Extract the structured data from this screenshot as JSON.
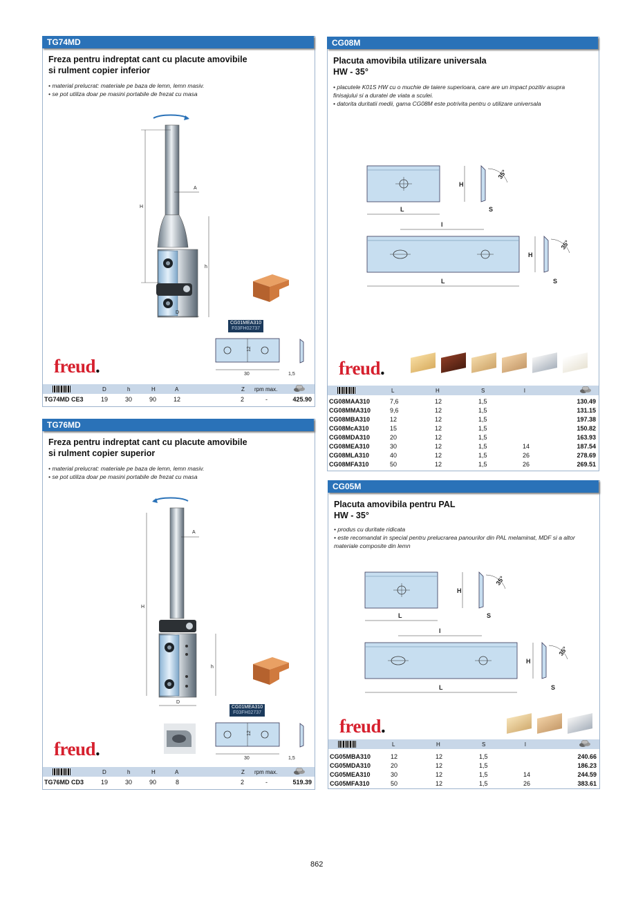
{
  "tg74": {
    "header": "TG74MD",
    "title1": "Freza pentru indreptat cant cu placute amovibile",
    "title2": "si rulment copier inferior",
    "bullets": [
      "• material prelucrat: materiale pe baza de lemn, lemn masiv.",
      "• se pot utiliza doar pe masini portabile de frezat cu masa"
    ],
    "insert_code": "CG01MEA310",
    "insert_code2": "F03FH02737",
    "dims": {
      "A": "A",
      "H": "H",
      "h": "h",
      "D": "D",
      "w30": "30",
      "w12": "12",
      "t15": "1,5"
    },
    "cols": [
      "D",
      "h",
      "H",
      "A",
      "Z",
      "rpm max."
    ],
    "row": {
      "code": "TG74MD CE3",
      "D": "19",
      "h": "30",
      "H": "90",
      "A": "12",
      "Z": "2",
      "rpm": "-",
      "price": "425.90"
    }
  },
  "tg76": {
    "header": "TG76MD",
    "title1": "Freza pentru indreptat cant cu placute amovibile",
    "title2": "si rulment copier superior",
    "bullets": [
      "• material prelucrat: materiale pe baza de lemn, lemn masiv.",
      "• se pot utiliza doar pe masini portabile de frezat cu masa"
    ],
    "insert_code": "CG01MEA310",
    "insert_code2": "F03FH02737",
    "dims": {
      "A": "A",
      "H": "H",
      "h": "h",
      "D": "D",
      "w30": "30",
      "w12": "12",
      "t15": "1,5"
    },
    "cols": [
      "D",
      "h",
      "H",
      "A",
      "Z",
      "rpm max."
    ],
    "row": {
      "code": "TG76MD CD3",
      "D": "19",
      "h": "30",
      "H": "90",
      "A": "8",
      "Z": "2",
      "rpm": "-",
      "price": "519.39"
    }
  },
  "cg08": {
    "header": "CG08M",
    "title1": "Placuta amovibila utilizare universala",
    "title2": "HW - 35°",
    "bullets": [
      "• placutele K01S HW cu o muchie de taiere superioara, care are un impact pozitiv asupra finisajului si a duratei de viata a sculei.",
      "• datorita duritatii medii, gama CG08M este potrivita pentru o utilizare universala"
    ],
    "dims": {
      "H": "H",
      "L": "L",
      "S": "S",
      "l": "l",
      "angle": "35°"
    },
    "cols": [
      "L",
      "H",
      "S",
      "l"
    ],
    "rows": [
      {
        "code": "CG08MAA310",
        "L": "7,6",
        "H": "12",
        "S": "1,5",
        "l": "",
        "price": "130.49"
      },
      {
        "code": "CG08MMA310",
        "L": "9,6",
        "H": "12",
        "S": "1,5",
        "l": "",
        "price": "131.15"
      },
      {
        "code": "CG08MBA310",
        "L": "12",
        "H": "12",
        "S": "1,5",
        "l": "",
        "price": "197.38"
      },
      {
        "code": "CG08McA310",
        "L": "15",
        "H": "12",
        "S": "1,5",
        "l": "",
        "price": "150.82"
      },
      {
        "code": "CG08MDA310",
        "L": "20",
        "H": "12",
        "S": "1,5",
        "l": "",
        "price": "163.93"
      },
      {
        "code": "CG08MEA310",
        "L": "30",
        "H": "12",
        "S": "1,5",
        "l": "14",
        "price": "187.54"
      },
      {
        "code": "CG08MLA310",
        "L": "40",
        "H": "12",
        "S": "1,5",
        "l": "26",
        "price": "278.69"
      },
      {
        "code": "CG08MFA310",
        "L": "50",
        "H": "12",
        "S": "1,5",
        "l": "26",
        "price": "269.51"
      }
    ]
  },
  "cg05": {
    "header": "CG05M",
    "title1": "Placuta amovibila pentru PAL",
    "title2": "HW - 35°",
    "bullets": [
      "• produs cu duritate ridicata",
      "• este recomandat in special pentru prelucrarea panourilor din PAL melaminat, MDF si a altor materiale composite din lemn"
    ],
    "dims": {
      "H": "H",
      "L": "L",
      "S": "S",
      "l": "l",
      "angle": "35°"
    },
    "cols": [
      "L",
      "H",
      "S",
      "l"
    ],
    "rows": [
      {
        "code": "CG05MBA310",
        "L": "12",
        "H": "12",
        "S": "1,5",
        "l": "",
        "price": "240.66"
      },
      {
        "code": "CG05MDA310",
        "L": "20",
        "H": "12",
        "S": "1,5",
        "l": "",
        "price": "186.23"
      },
      {
        "code": "CG05MEA310",
        "L": "30",
        "H": "12",
        "S": "1,5",
        "l": "14",
        "price": "244.59"
      },
      {
        "code": "CG05MFA310",
        "L": "50",
        "H": "12",
        "S": "1,5",
        "l": "26",
        "price": "383.61"
      }
    ]
  },
  "brand": {
    "name": "freud",
    "dot": "."
  },
  "page_number": "862"
}
